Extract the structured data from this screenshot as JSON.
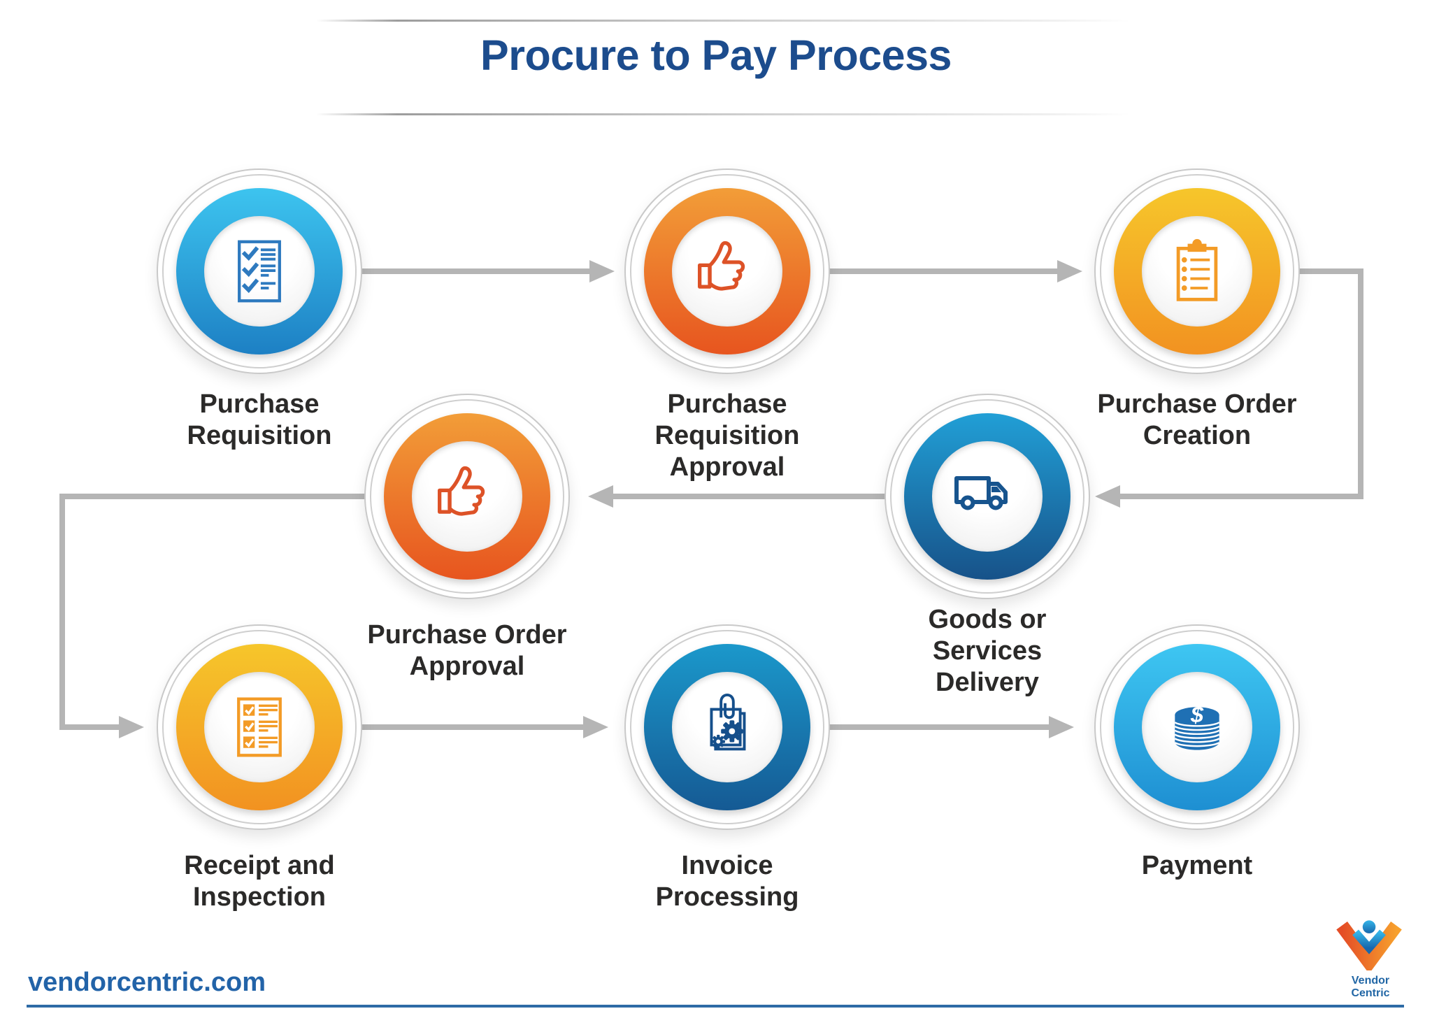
{
  "title": "Procure to Pay Process",
  "steps": [
    {
      "name": "purchase-requisition",
      "label": "Purchase\nRequisition",
      "icon": "checklist-doc-icon",
      "ring_top": "#3dc4ef",
      "ring_bottom": "#1d80c4",
      "icon_color": "#2e7abf"
    },
    {
      "name": "purchase-requisition-approval",
      "label": "Purchase\nRequisition\nApproval",
      "icon": "thumbs-up-icon",
      "ring_top": "#f29d38",
      "ring_bottom": "#e7551f",
      "icon_color": "#dd5227"
    },
    {
      "name": "purchase-order-creation",
      "label": "Purchase Order\nCreation",
      "icon": "clipboard-icon",
      "ring_top": "#f6c62b",
      "ring_bottom": "#f29221",
      "icon_color": "#f39b26"
    },
    {
      "name": "goods-or-services-delivery",
      "label": "Goods or\nServices\nDelivery",
      "icon": "delivery-truck-icon",
      "ring_top": "#219fd6",
      "ring_bottom": "#175289",
      "icon_color": "#17548e"
    },
    {
      "name": "purchase-order-approval",
      "label": "Purchase Order\nApproval",
      "icon": "thumbs-up-icon",
      "ring_top": "#f29d38",
      "ring_bottom": "#e7551f",
      "icon_color": "#dd5227"
    },
    {
      "name": "receipt-and-inspection",
      "label": "Receipt and\nInspection",
      "icon": "inspection-checklist-icon",
      "ring_top": "#f6c62b",
      "ring_bottom": "#f29221",
      "icon_color": "#f39b26"
    },
    {
      "name": "invoice-processing",
      "label": "Invoice\nProcessing",
      "icon": "invoice-gears-icon",
      "ring_top": "#1b98cb",
      "ring_bottom": "#155a94",
      "icon_color": "#154f8b"
    },
    {
      "name": "payment",
      "label": "Payment",
      "icon": "coins-icon",
      "ring_top": "#3ec6f2",
      "ring_bottom": "#1e8fd2",
      "icon_color": "#1f70b4"
    }
  ],
  "payment_symbol": "$",
  "connector_color": "#b5b5b5",
  "title_color": "#1c4c8d",
  "footer": {
    "website": "vendorcentric.com",
    "logo_text": "Vendor Centric"
  }
}
